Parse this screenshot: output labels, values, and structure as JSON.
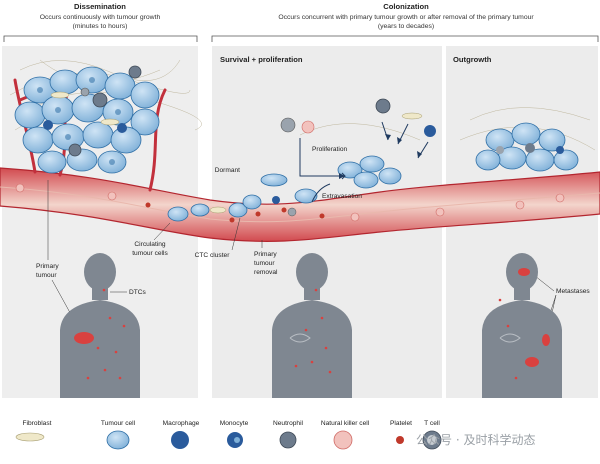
{
  "headers": {
    "dissemination": {
      "title": "Dissemination",
      "sub1": "Occurs continuously with tumour growth",
      "sub2": "(minutes to hours)"
    },
    "colonization": {
      "title": "Colonization",
      "sub1": "Occurs concurrent with primary tumour growth or after removal of the primary tumour",
      "sub2": "(years to decades)"
    }
  },
  "panels": {
    "survival": "Survival + proliferation",
    "outgrowth": "Outgrowth"
  },
  "labels": {
    "dormant": "Dormant",
    "proliferation": "Proliferation",
    "extravasation": "Extravasation",
    "ctc1": "Circulating",
    "ctc2": "tumour cells",
    "ctc_cluster": "CTC cluster",
    "primary1": "Primary",
    "primary2": "tumour",
    "dtcs": "DTCs",
    "removal1": "Primary",
    "removal2": "tumour",
    "removal3": "removal",
    "metastases": "Metastases"
  },
  "legend": [
    {
      "name": "Fibroblast",
      "icon": "fibroblast-icon"
    },
    {
      "name": "Tumour cell",
      "icon": "tumour-cell-icon"
    },
    {
      "name": "Macrophage",
      "icon": "macrophage-icon"
    },
    {
      "name": "Monocyte",
      "icon": "monocyte-icon"
    },
    {
      "name": "Neutrophil",
      "icon": "neutrophil-icon"
    },
    {
      "name": "Natural killer cell",
      "icon": "natural-killer-cell-icon"
    },
    {
      "name": "Platelet",
      "icon": "platelet-icon"
    },
    {
      "name": "T cell",
      "icon": "t-cell-icon"
    }
  ],
  "watermark": "公众号 · 及时科学动态",
  "colors": {
    "vessel": "#c2303c",
    "vessel_inner": "#f6dcd4",
    "tumour_cell": "#8fb9dd",
    "tumour_outline": "#2f6fa6",
    "panel_bg": "#ececec",
    "body_silhouette": "#7f8791",
    "metastasis": "#d9413f"
  }
}
